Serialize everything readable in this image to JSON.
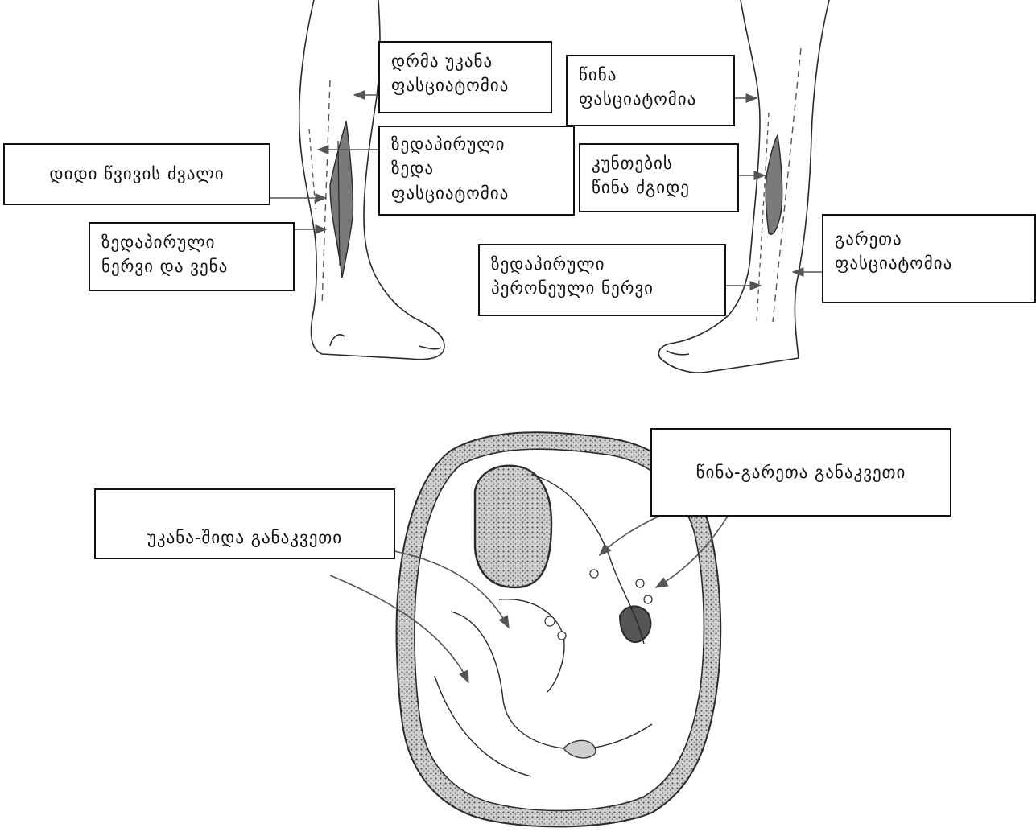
{
  "leg_views": {
    "medial": {
      "deep_posterior_fasciotomy": [
        "დრმა უკანა",
        "ფასციატომია"
      ],
      "tibia": "დიდი წვივის ძვალი",
      "superficial_posterior_fasciotomy": [
        "ზედაპირული",
        "ზედა",
        "ფასციატომია"
      ],
      "saphenous_nerve_vein": [
        "ზედაპირული",
        "ნერვი და ვენა"
      ]
    },
    "lateral": {
      "anterior_fasciotomy": [
        "წინა",
        "ფასციატომია"
      ],
      "intermuscular_septum": [
        "კუნთების",
        "წინა ძგიდე"
      ],
      "lateral_fasciotomy": [
        "გარეთა",
        "ფასციატომია"
      ],
      "superficial_peroneal_nerve": [
        "ზედაპირული",
        "პერონეული ნერვი"
      ]
    }
  },
  "cross_section": {
    "anterolateral_incision": "წინა-გარეთა განაკვეთი",
    "posteromedial_incision": "უკანა-შიდა განაკვეთი"
  },
  "colors": {
    "line": "#2a2a2a",
    "arrow": "#555555",
    "bone_fill": "#bdbdbd",
    "background": "#ffffff"
  }
}
